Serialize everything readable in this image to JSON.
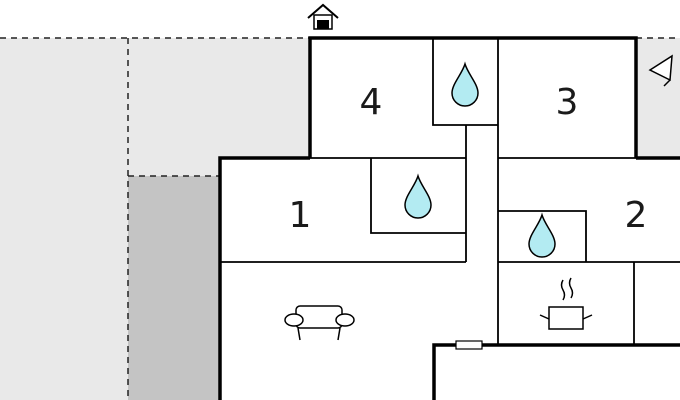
{
  "floorplan": {
    "rooms": [
      {
        "id": "bedroom-1",
        "label": "1"
      },
      {
        "id": "bedroom-2",
        "label": "2"
      },
      {
        "id": "bedroom-3",
        "label": "3"
      },
      {
        "id": "bedroom-4",
        "label": "4"
      }
    ],
    "icons": {
      "water": "water-drop-icon",
      "sofa": "sofa-icon",
      "kitchen": "cooking-pot-icon",
      "entrance": "house-entrance-icon",
      "terrace": "lamp-icon"
    },
    "colors": {
      "outdoor_light": "#e9e9e9",
      "outdoor_dark": "#c4c4c4",
      "wall": "#000000",
      "water": "#b3ebf2",
      "floor": "#ffffff"
    }
  }
}
